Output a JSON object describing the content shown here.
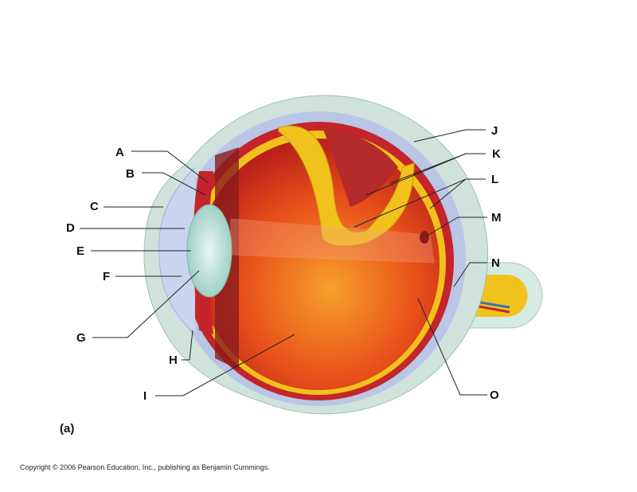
{
  "labels": {
    "A": "A",
    "B": "B",
    "C": "C",
    "D": "D",
    "E": "E",
    "F": "F",
    "G": "G",
    "H": "H",
    "I": "I",
    "J": "J",
    "K": "K",
    "L": "L",
    "M": "M",
    "N": "N",
    "O": "O"
  },
  "panel_label": "(a)",
  "copyright": "Copyright © 2006 Pearson Education, Inc., publishing as Benjamin Cummings.",
  "colors": {
    "sclera": "#cfe3dc",
    "outer_blue": "#b9c6e6",
    "choroid": "#f2c21c",
    "retina": "#c4242a",
    "vitreous": "#e8501a",
    "lens": "#bfe3dc"
  }
}
